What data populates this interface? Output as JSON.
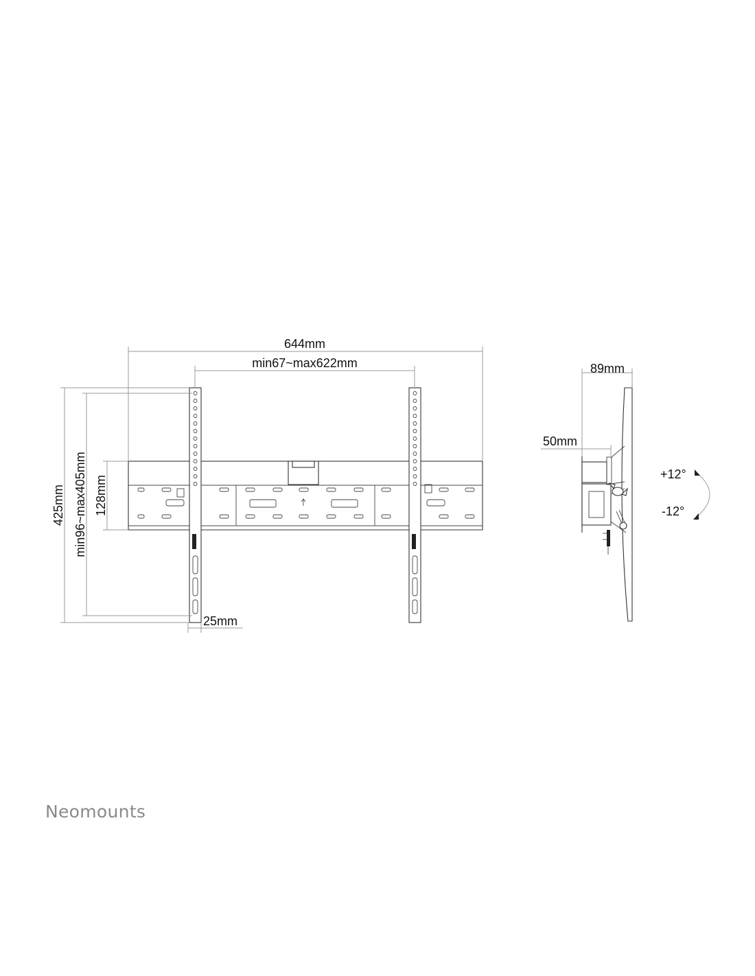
{
  "dimensions": {
    "overall_width": "644mm",
    "hole_spacing": "min67~max622mm",
    "overall_height": "425mm",
    "vertical_range": "min96~max405mm",
    "plate_height": "128mm",
    "strip_width": "25mm",
    "depth": "89mm",
    "min_depth": "50mm"
  },
  "tilt": {
    "up": "+12°",
    "down": "-12°"
  },
  "brand": {
    "name": "Neomounts"
  },
  "colors": {
    "line": "#333333",
    "dim_line": "#9a9a9a",
    "brand": "#8a8a8a"
  }
}
